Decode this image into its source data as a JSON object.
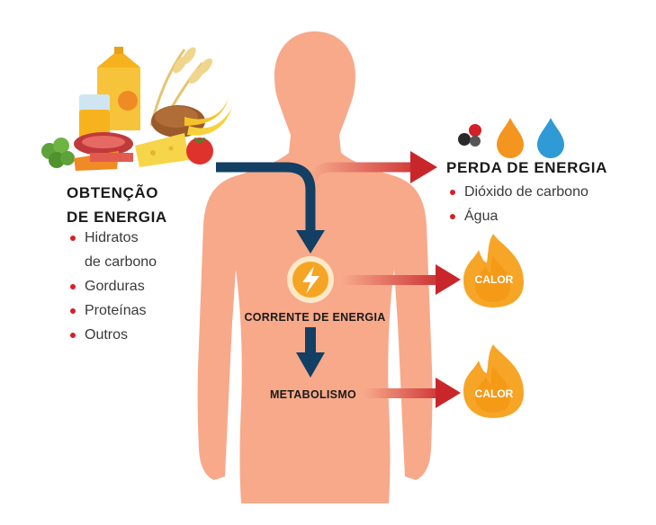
{
  "gain": {
    "title_line1": "OBTENÇÃO",
    "title_line2": "DE ENERGIA",
    "items": [
      {
        "line1": "Hidratos",
        "line2": "de carbono"
      },
      {
        "line1": "Gorduras"
      },
      {
        "line1": "Proteínas"
      },
      {
        "line1": "Outros"
      }
    ]
  },
  "loss": {
    "title": "PERDA DE ENERGIA",
    "items": [
      {
        "line1": "Dióxido de carbono"
      },
      {
        "line1": "Água"
      }
    ]
  },
  "flow": {
    "current_label": "CORRENTE DE ENERGIA",
    "metabolism_label": "METABOLISMO"
  },
  "heat": {
    "label_top": "CALOR",
    "label_bottom": "CALOR"
  },
  "icons": {
    "food": "food-group-icon",
    "bolt": "lightning-bolt-icon",
    "molecule": "co2-molecule-icon",
    "drop_orange": "orange-drop-icon",
    "drop_blue": "blue-drop-icon",
    "flame": "flame-icon"
  },
  "colors": {
    "body": "#f7a98a",
    "arrow_navy": "#123f63",
    "arrow_red": "#c9262c",
    "bullet": "#d51f26",
    "flame_outer": "#f7a526",
    "drop_orange": "#f3951f",
    "drop_blue": "#2f9ad6"
  }
}
